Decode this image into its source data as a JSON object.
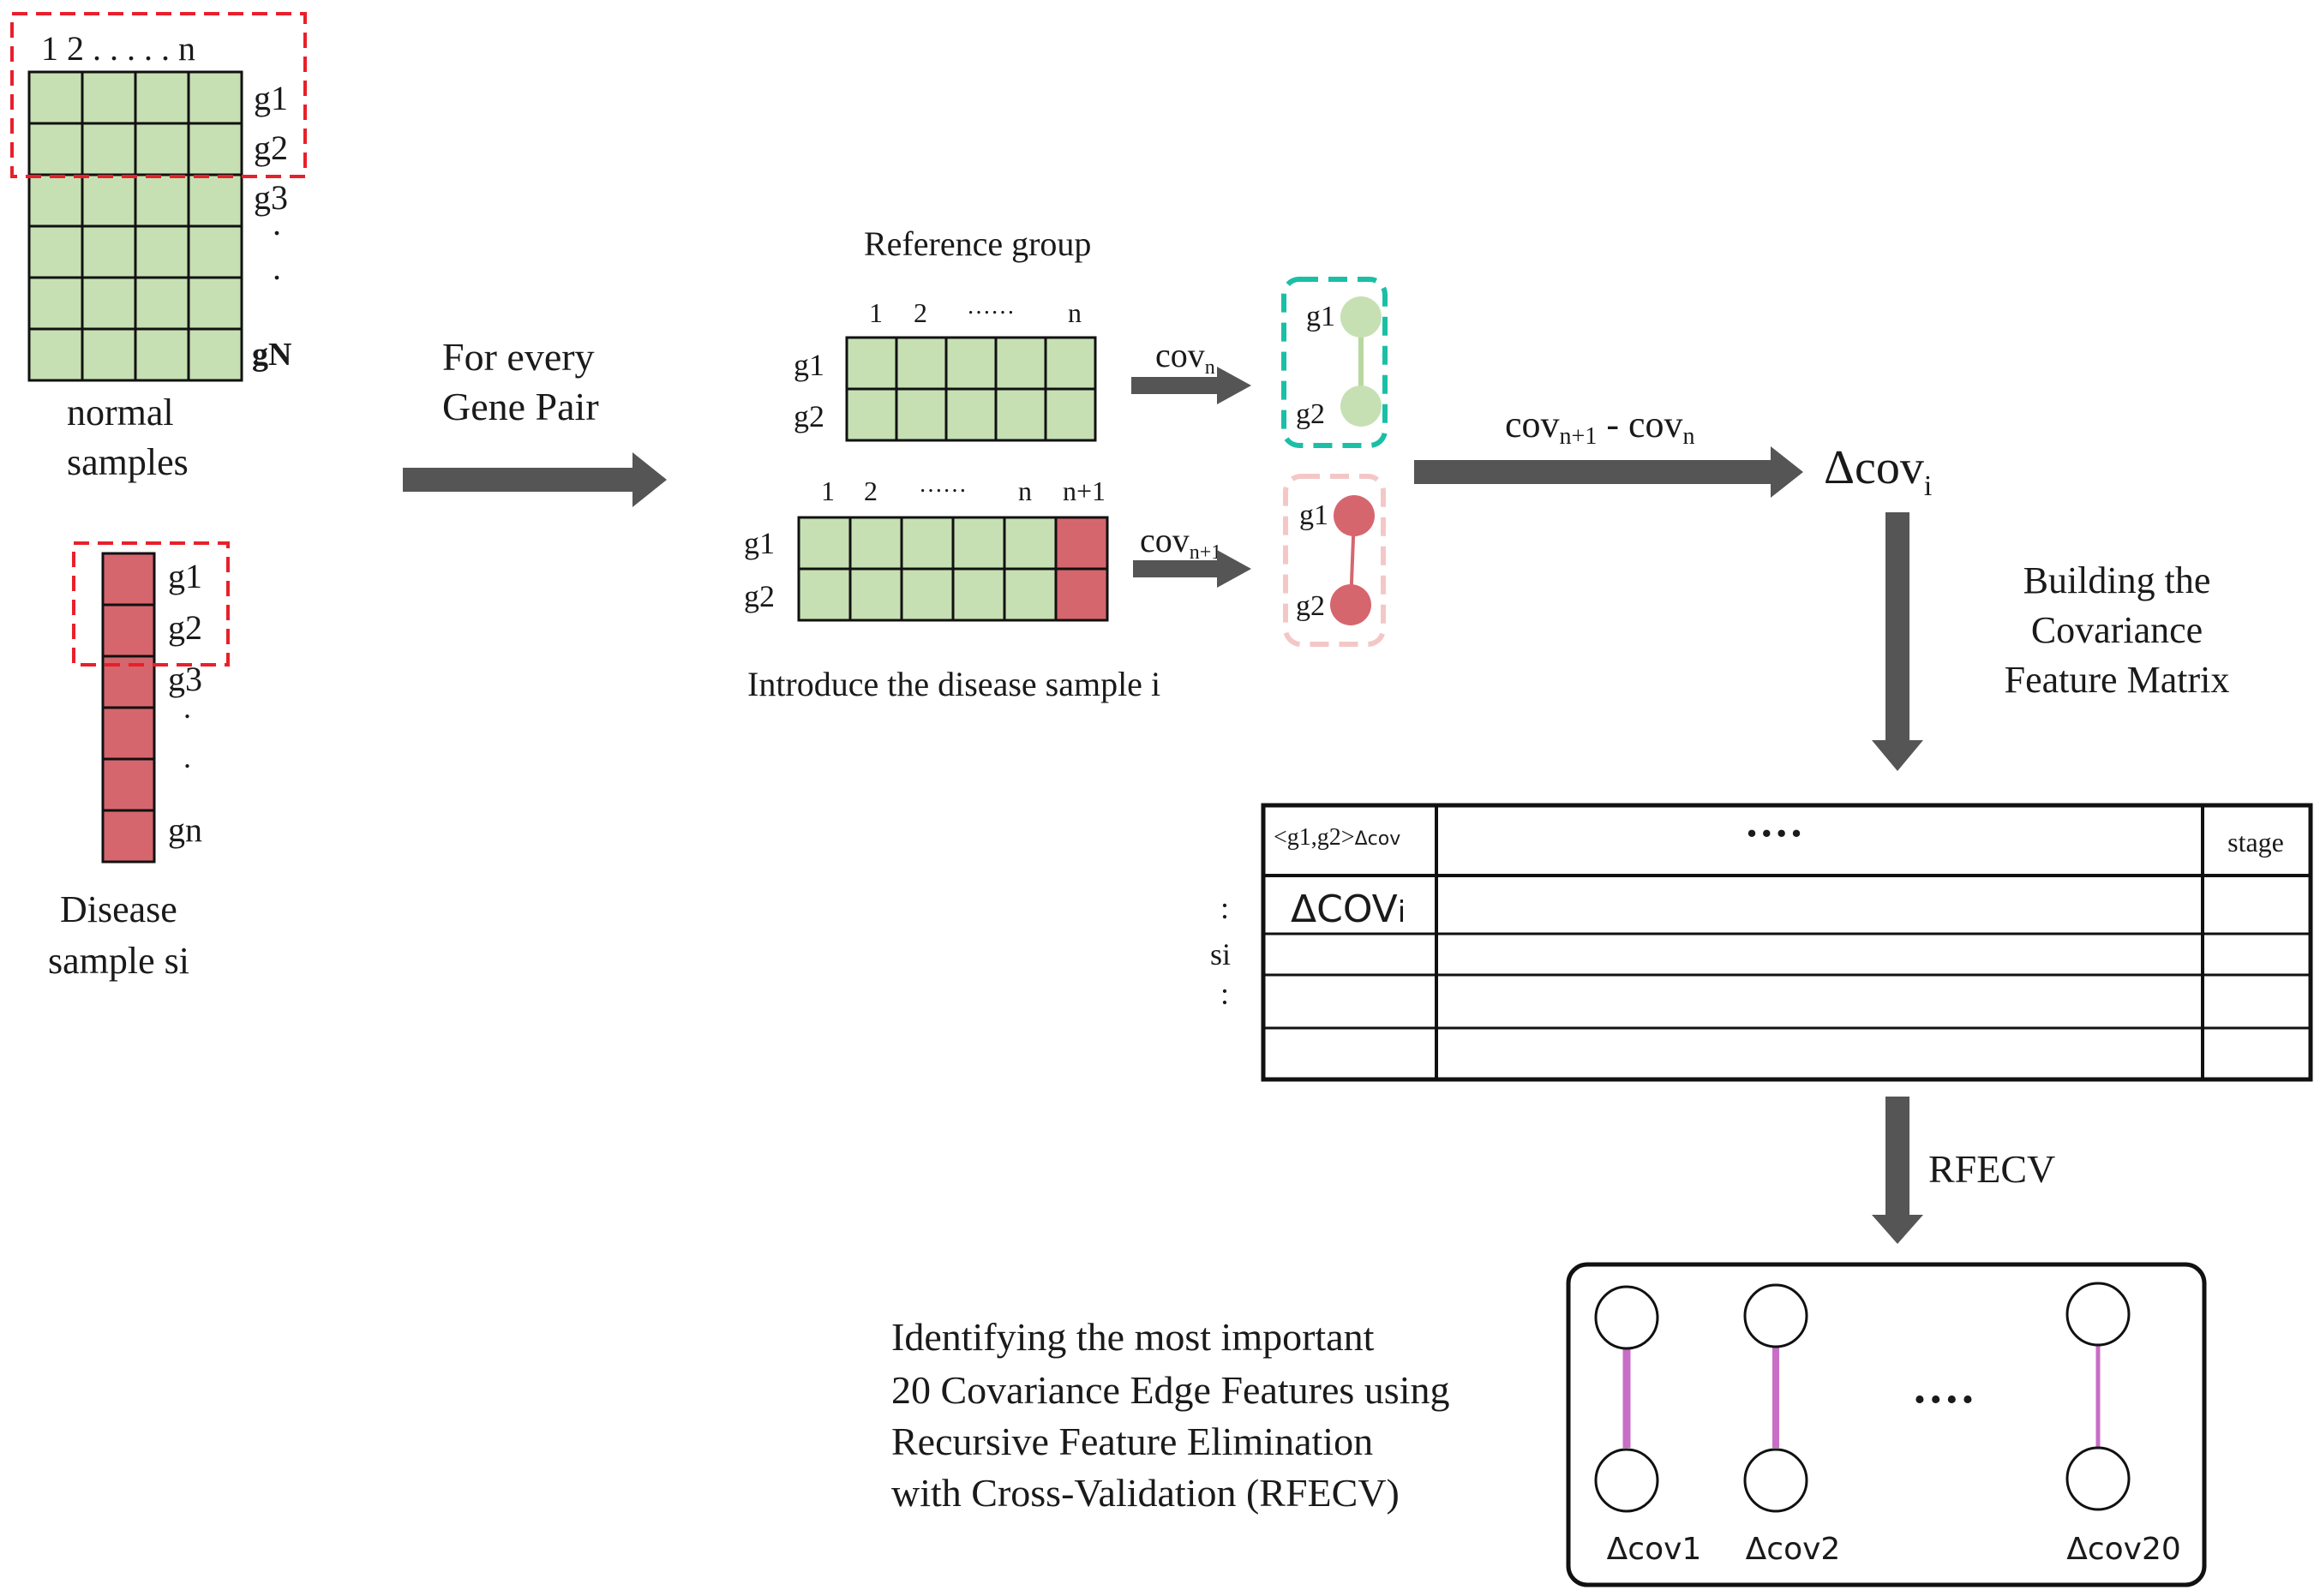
{
  "colors": {
    "normal_cell": "#c6e0b4",
    "disease_cell": "#d6666e",
    "arrow": "#555555",
    "reference_box": "#1bbfa6",
    "disease_box": "#f4c7c7",
    "highlight_box": "#e8202a",
    "edge_green": "#b7d8a0",
    "edge_red": "#d6666e",
    "feature_edge": "#c86ec6"
  },
  "normal_matrix": {
    "column_header": "1 2 . . . . . n",
    "row_labels": [
      "g1",
      "g2",
      "g3",
      ".",
      ".",
      "gN"
    ],
    "caption_line1": "normal",
    "caption_line2": "samples"
  },
  "disease_column": {
    "row_labels": [
      "g1",
      "g2",
      "g3",
      ".",
      ".",
      "gn"
    ],
    "caption_line1": "Disease",
    "caption_line2": "sample si"
  },
  "step_label": {
    "line1": "For every",
    "line2": "Gene Pair"
  },
  "reference": {
    "title": "Reference group",
    "column_labels": [
      "1",
      "2",
      "……",
      "n"
    ],
    "row_labels": [
      "g1",
      "g2"
    ],
    "cov_text": "cov",
    "cov_sub": "n"
  },
  "introduced": {
    "column_labels": [
      "1",
      "2",
      "……",
      "n",
      "n+1"
    ],
    "row_labels": [
      "g1",
      "g2"
    ],
    "cov_text": "cov",
    "cov_sub": "n+1",
    "caption": "Introduce the disease sample i"
  },
  "nodes": {
    "g1": "g1",
    "g2": "g2"
  },
  "difference": {
    "a": "cov",
    "a_sub": "n+1",
    "minus": " - ",
    "b": "cov",
    "b_sub": "n",
    "result": "Δcov",
    "result_sub": "i"
  },
  "building_label": [
    "Building the",
    "Covariance",
    "Feature Matrix"
  ],
  "feature_matrix": {
    "header_first": "<g1,g2>",
    "header_first_sub": "Δcov",
    "header_dots": "····",
    "header_last": "stage",
    "first_cell_main": "ΔCOV",
    "first_cell_sub": "i",
    "side_label": "si",
    "side_dots": ":"
  },
  "rfecv_label": "RFECV",
  "description": [
    "Identifying the most important",
    "20 Covariance Edge Features using",
    "Recursive Feature Elimination",
    "with  Cross-Validation (RFECV)"
  ],
  "features": {
    "labels": [
      "Δcov1",
      "Δcov2",
      "Δcov20"
    ],
    "dots": "····"
  }
}
